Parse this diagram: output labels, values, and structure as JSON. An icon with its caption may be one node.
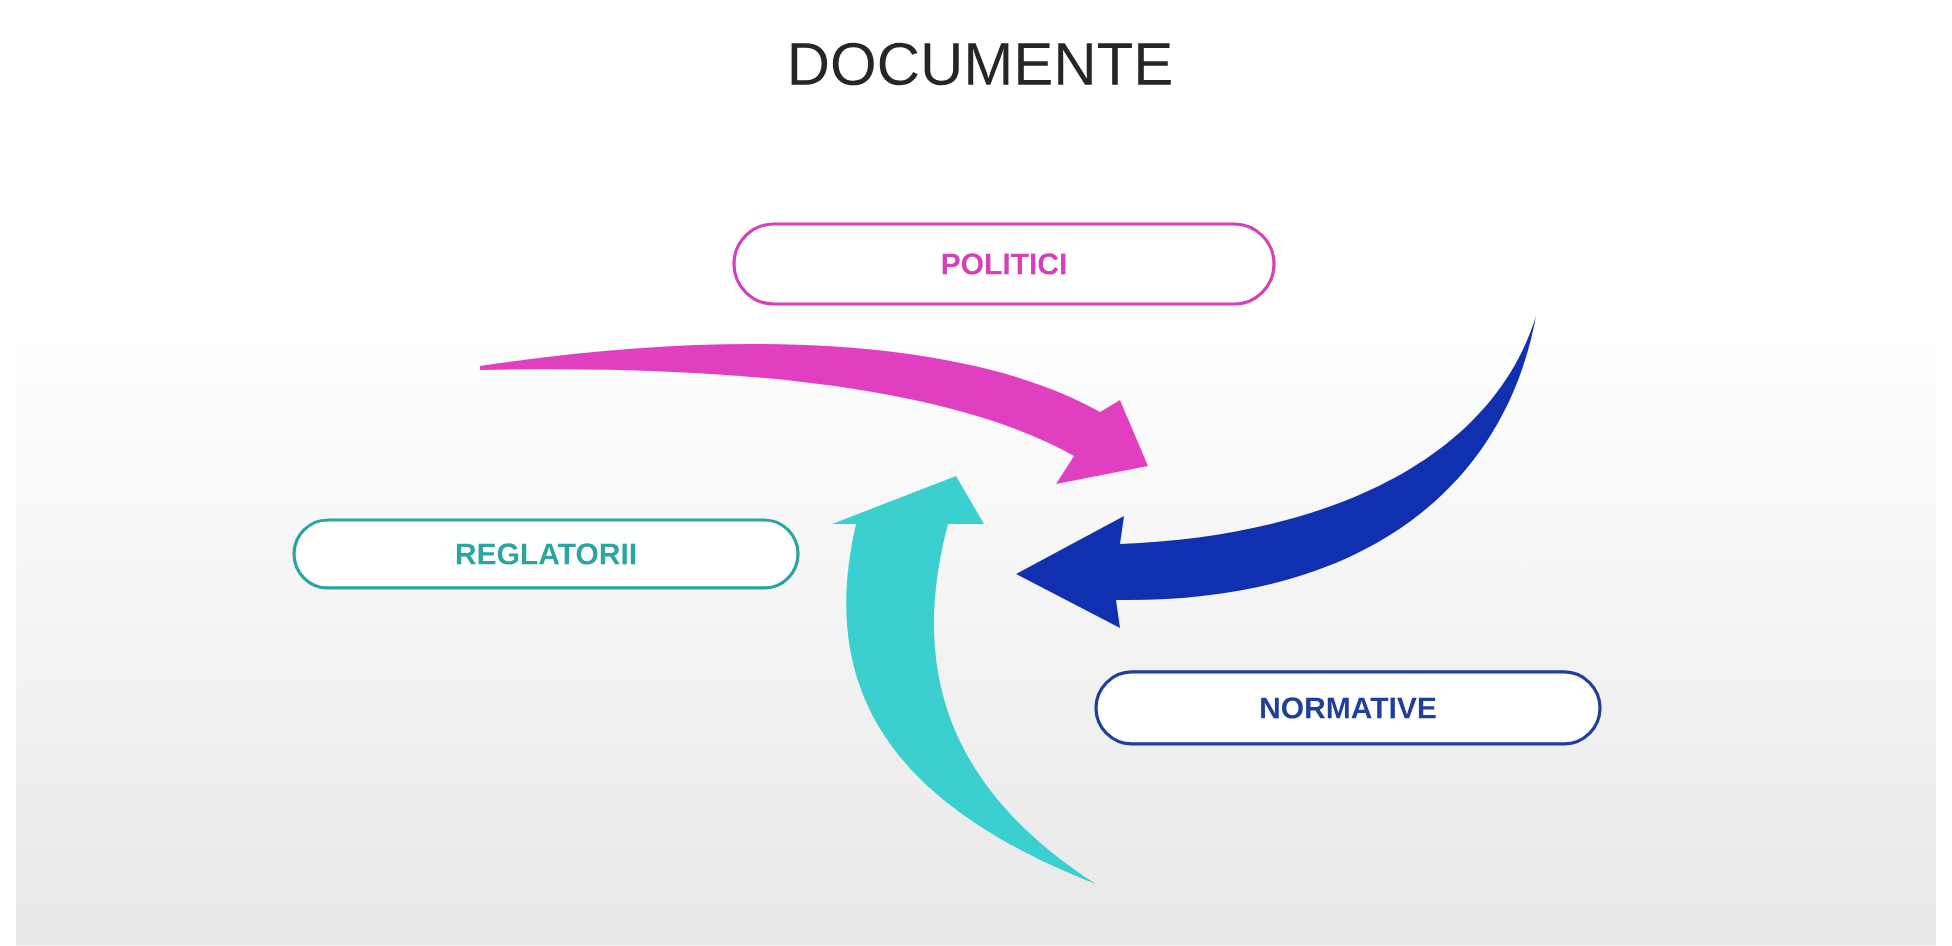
{
  "diagram": {
    "title": "DOCUMENTE",
    "nodes": [
      {
        "text": [
          "POLITICI"
        ]
      },
      {
        "text": [
          "REGLATORII"
        ]
      },
      {
        "text": [
          "NORMATIVE"
        ]
      },
      {
        "text": [],
        "shape": "arrow"
      },
      {
        "text": [],
        "shape": "arrow"
      },
      {
        "text": [],
        "shape": "arrow"
      }
    ]
  }
}
